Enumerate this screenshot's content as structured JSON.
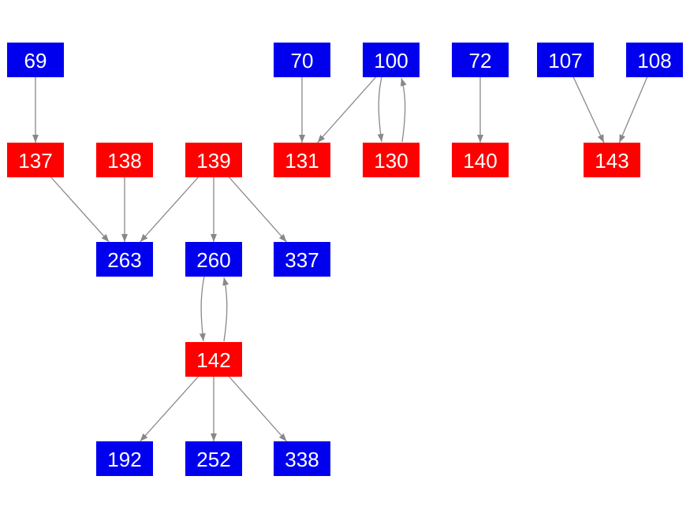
{
  "colors": {
    "blue": "#0000ee",
    "red": "#ff0000",
    "edge": "#888888"
  },
  "nodes": [
    {
      "id": "69",
      "label": "69",
      "color": "blue"
    },
    {
      "id": "70",
      "label": "70",
      "color": "blue"
    },
    {
      "id": "100",
      "label": "100",
      "color": "blue"
    },
    {
      "id": "72",
      "label": "72",
      "color": "blue"
    },
    {
      "id": "107",
      "label": "107",
      "color": "blue"
    },
    {
      "id": "108",
      "label": "108",
      "color": "blue"
    },
    {
      "id": "137",
      "label": "137",
      "color": "red"
    },
    {
      "id": "138",
      "label": "138",
      "color": "red"
    },
    {
      "id": "139",
      "label": "139",
      "color": "red"
    },
    {
      "id": "131",
      "label": "131",
      "color": "red"
    },
    {
      "id": "130",
      "label": "130",
      "color": "red"
    },
    {
      "id": "140",
      "label": "140",
      "color": "red"
    },
    {
      "id": "143",
      "label": "143",
      "color": "red"
    },
    {
      "id": "263",
      "label": "263",
      "color": "blue"
    },
    {
      "id": "260",
      "label": "260",
      "color": "blue"
    },
    {
      "id": "337",
      "label": "337",
      "color": "blue"
    },
    {
      "id": "142",
      "label": "142",
      "color": "red"
    },
    {
      "id": "192",
      "label": "192",
      "color": "blue"
    },
    {
      "id": "252",
      "label": "252",
      "color": "blue"
    },
    {
      "id": "338",
      "label": "338",
      "color": "blue"
    }
  ],
  "edges": [
    {
      "from": "69",
      "to": "137"
    },
    {
      "from": "70",
      "to": "131"
    },
    {
      "from": "100",
      "to": "131"
    },
    {
      "from": "100",
      "to": "130"
    },
    {
      "from": "130",
      "to": "100"
    },
    {
      "from": "72",
      "to": "140"
    },
    {
      "from": "107",
      "to": "143"
    },
    {
      "from": "108",
      "to": "143"
    },
    {
      "from": "137",
      "to": "263"
    },
    {
      "from": "138",
      "to": "263"
    },
    {
      "from": "139",
      "to": "263"
    },
    {
      "from": "139",
      "to": "260"
    },
    {
      "from": "139",
      "to": "337"
    },
    {
      "from": "260",
      "to": "142"
    },
    {
      "from": "142",
      "to": "260"
    },
    {
      "from": "142",
      "to": "192"
    },
    {
      "from": "142",
      "to": "252"
    },
    {
      "from": "142",
      "to": "338"
    }
  ]
}
